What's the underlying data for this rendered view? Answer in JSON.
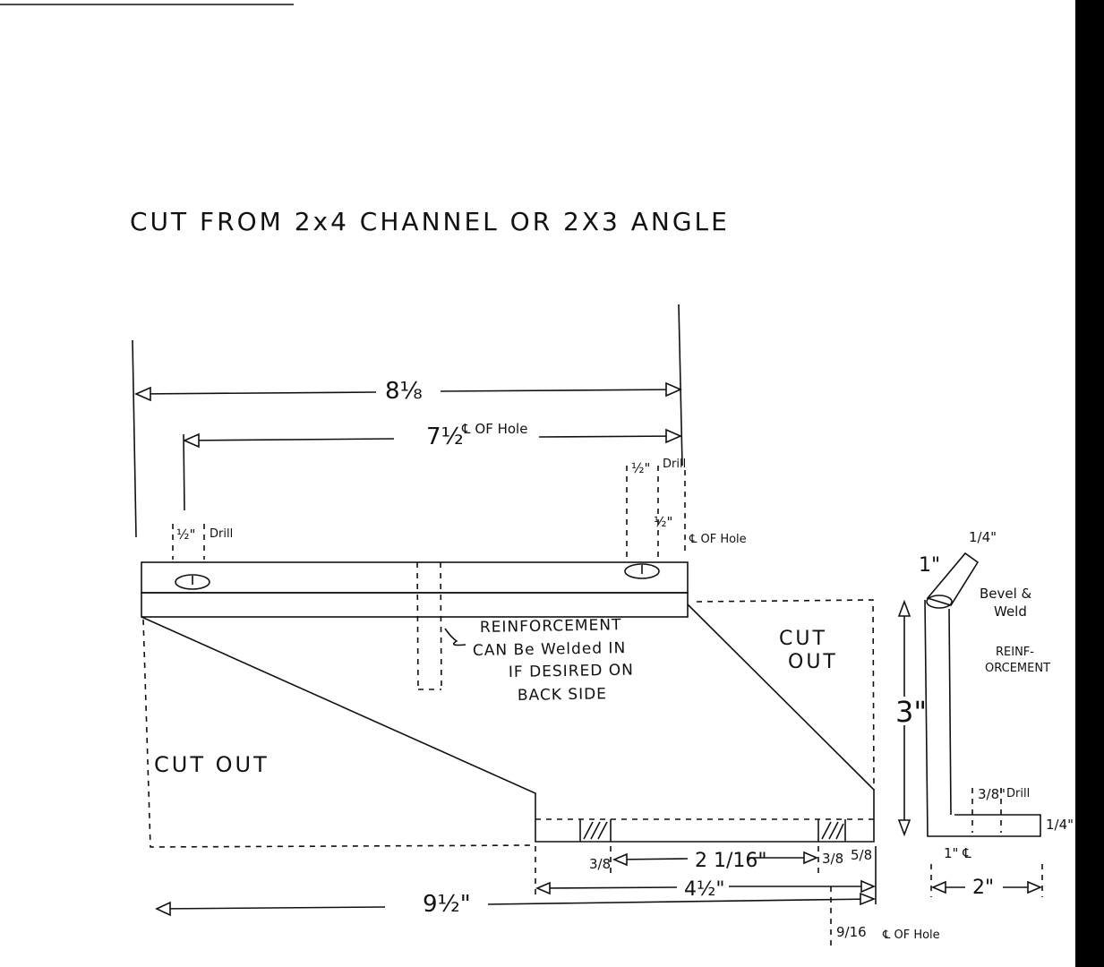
{
  "title": "CUT FROM 2x4 CHANNEL OR 2X3 ANGLE",
  "dimensions": {
    "overall_top": "8⅛",
    "hole_center_span": "7½",
    "hole_center_span_note": "℄ OF Hole",
    "left_drill": "½\"",
    "left_drill_note": "Drill",
    "right_drill": "½\"",
    "right_drill_note": "Drill",
    "right_hole_center": "½\"",
    "right_hole_center_note": "℄ OF Hole",
    "bottom_left_slot": "3/8",
    "bottom_middle": "2 1/16\"",
    "bottom_right_slot": "3/8",
    "bottom_right_edge": "5/8",
    "bottom_four_half": "4½\"",
    "bottom_overall": "9½\"",
    "bottom_hole_offset": "9/16",
    "bottom_hole_offset_note": "℄ OF Hole",
    "side_bevel_length": "1\"",
    "side_bevel_thickness": "1/4\"",
    "side_height": "3\"",
    "side_drill": "3/8\"",
    "side_drill_note": "Drill",
    "side_thickness": "1/4\"",
    "side_center": "1\" ℄",
    "side_width": "2\""
  },
  "notes": {
    "reinforcement_1": "REINFORCEMENT",
    "reinforcement_2": "CAN Be Welded IN",
    "reinforcement_3": "IF DESIRED ON",
    "reinforcement_4": "BACK SIDE",
    "cut_out_left": "CUT OUT",
    "cut_out_right_1": "CUT",
    "cut_out_right_2": "OUT",
    "bevel_1": "Bevel &",
    "bevel_2": "Weld",
    "side_reinf_1": "REINF-",
    "side_reinf_2": "ORCEMENT"
  }
}
